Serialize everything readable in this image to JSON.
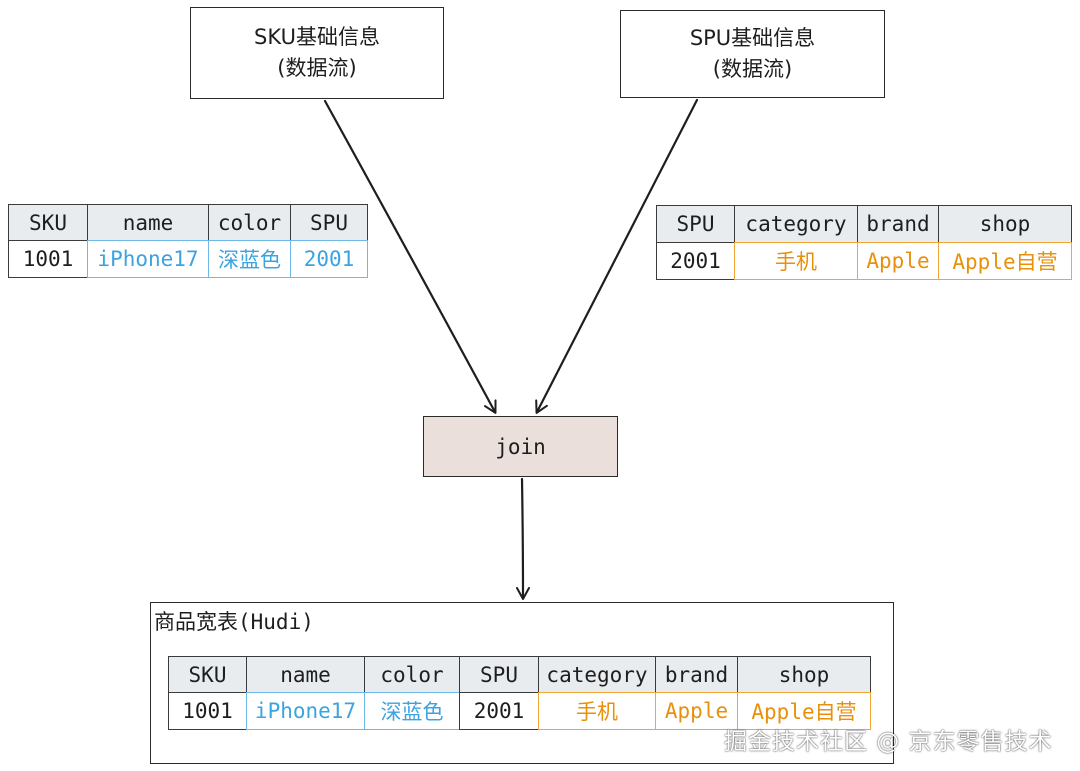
{
  "sources": {
    "sku_box": {
      "line1": "SKU基础信息",
      "line2": "(数据流)"
    },
    "spu_box": {
      "line1": "SPU基础信息",
      "line2": "(数据流)"
    }
  },
  "sku_table": {
    "headers": [
      "SKU",
      "name",
      "color",
      "SPU"
    ],
    "row": [
      "1001",
      "iPhone17",
      "深蓝色",
      "2001"
    ]
  },
  "spu_table": {
    "headers": [
      "SPU",
      "category",
      "brand",
      "shop"
    ],
    "row": [
      "2001",
      "手机",
      "Apple",
      "Apple自营"
    ]
  },
  "join_label": "join",
  "result": {
    "title": "商品宽表(Hudi)",
    "headers": [
      "SKU",
      "name",
      "color",
      "SPU",
      "category",
      "brand",
      "shop"
    ],
    "row": [
      "1001",
      "iPhone17",
      "深蓝色",
      "2001",
      "手机",
      "Apple",
      "Apple自营"
    ]
  },
  "colors": {
    "sku_value": "#3ba3e0",
    "spu_value": "#e8900a",
    "header_bg": "#e9ecef",
    "join_bg": "#eadfdb"
  },
  "watermark": "掘金技术社区 @ 京东零售技术"
}
